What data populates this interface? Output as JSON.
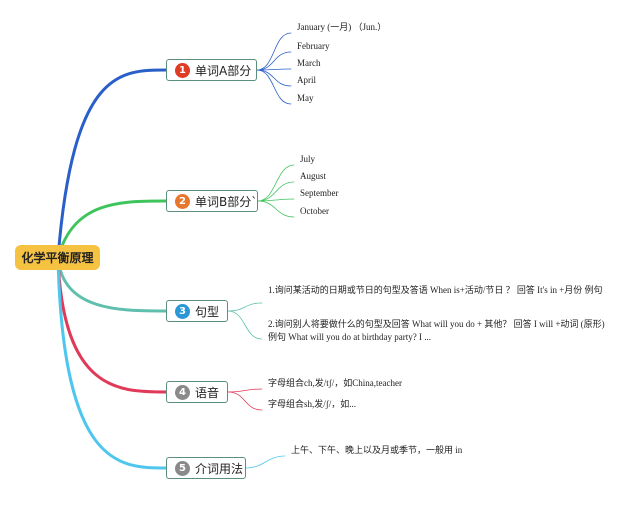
{
  "root": {
    "label": "化学平衡原理",
    "color": "#f5c242"
  },
  "topics": [
    {
      "number": "1",
      "label": "单词A部分",
      "badge_color": "#e03b24",
      "line_color": "#2a5fc9",
      "leaves": [
        "January (一月) （Jun.）",
        "February",
        "March",
        "April",
        "May"
      ]
    },
    {
      "number": "2",
      "label": "单词B部分`",
      "badge_color": "#e8772e",
      "line_color": "#3fc45c",
      "leaves": [
        "July",
        "August",
        "September",
        "October"
      ]
    },
    {
      "number": "3",
      "label": "句型",
      "badge_color": "#2a98d6",
      "line_color": "#5fbfae",
      "leaves": [
        "1.询问某活动的日期或节日的句型及答语 When is+活动/节日 ？ 回答 It's in +月份 例句",
        "2.询问别人将要做什么的句型及回答 What will you do + 其他？ 回答 I will +动词 (原形) 例句 What will you do at birthday party? I ..."
      ]
    },
    {
      "number": "4",
      "label": "语音",
      "badge_color": "#8a8a8a",
      "line_color": "#e03a58",
      "leaves": [
        "字母组合ch,发/tʃ/，如China,teacher",
        "字母组合sh,发/ʃ/，如..."
      ]
    },
    {
      "number": "5",
      "label": "介词用法",
      "badge_color": "#8a8a8a",
      "line_color": "#4fc6ee",
      "leaves": [
        "上午、下午、晚上以及月或季节，一般用 in"
      ]
    }
  ]
}
